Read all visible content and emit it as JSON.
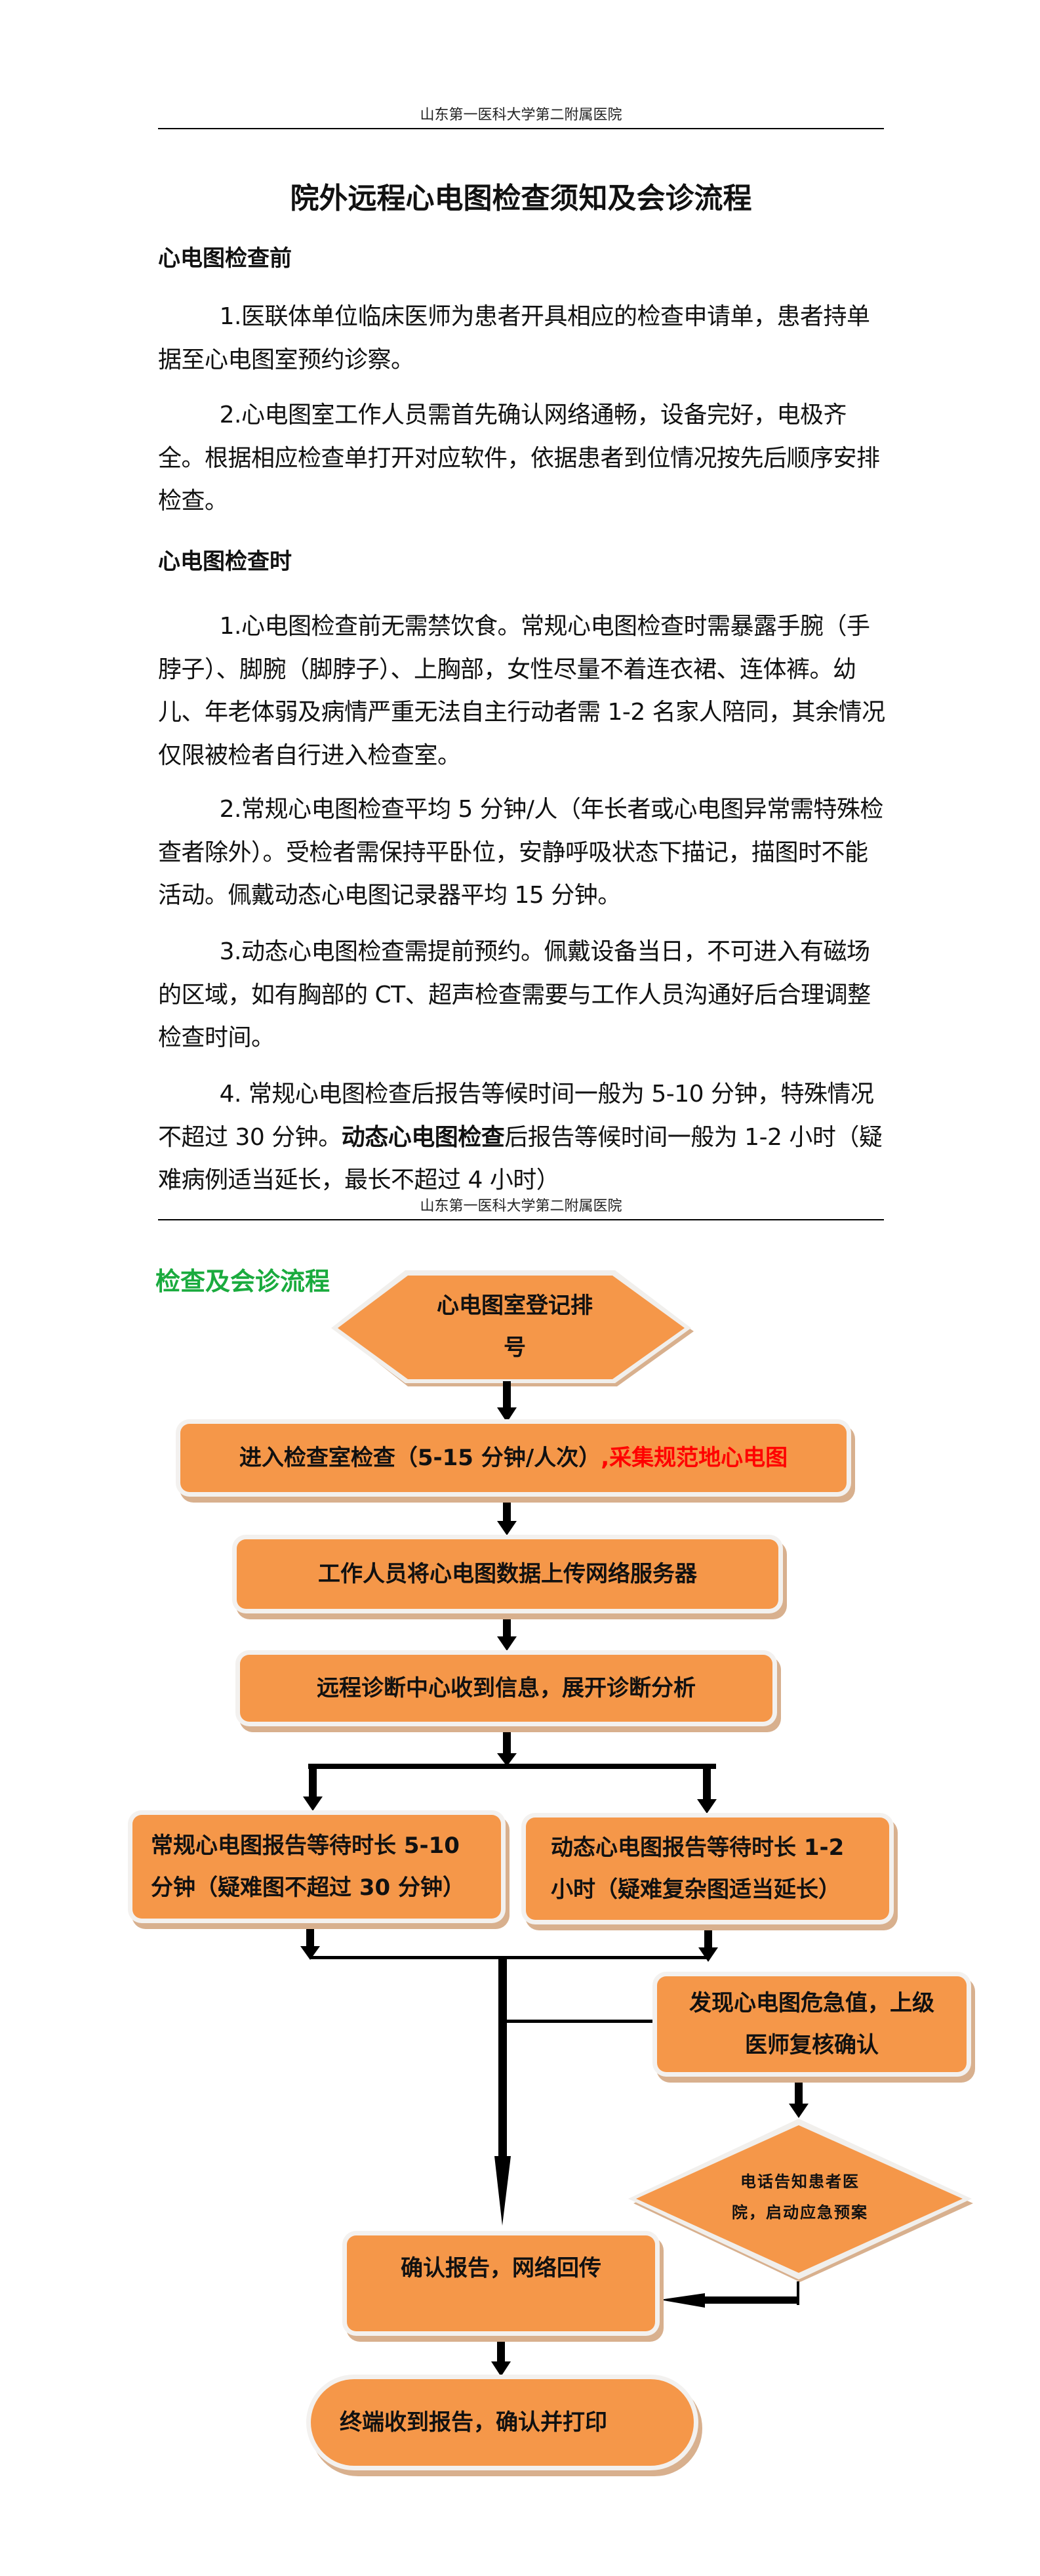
{
  "header": {
    "hospital": "山东第一医科大学第二附属医院"
  },
  "title": "院外远程心电图检查须知及会诊流程",
  "sections": [
    {
      "heading": "心电图检查前",
      "paragraphs": [
        "1.医联体单位临床医师为患者开具相应的检查申请单，患者持单据至心电图室预约诊察。",
        "2.心电图室工作人员需首先确认网络通畅，设备完好，电极齐全。根据相应检查单打开对应软件，依据患者到位情况按先后顺序安排检查。"
      ]
    },
    {
      "heading": "心电图检查时",
      "paragraphs": [
        "1.心电图检查前无需禁饮食。常规心电图检查时需暴露手腕（手脖子）、脚腕（脚脖子）、上胸部，女性尽量不着连衣裙、连体裤。幼儿、年老体弱及病情严重无法自主行动者需 1-2 名家人陪同，其余情况仅限被检者自行进入检查室。",
        "2.常规心电图检查平均 5 分钟/人（年长者或心电图异常需特殊检查者除外）。受检者需保持平卧位，安静呼吸状态下描记，描图时不能活动。佩戴动态心电图记录器平均 15 分钟。",
        "3.动态心电图检查需提前预约。佩戴设备当日，不可进入有磁场的区域，如有胸部的 CT、超声检查需要与工作人员沟通好后合理调整检查时间。"
      ],
      "p4": {
        "a": "4. 常规心电图检查后报告等候时间一般为 5-10 分钟，特殊情况不超过 30 分钟。",
        "bold": "动态心电图检查",
        "b": "后报告等候时间一般为 1-2 小时（疑难病例适当延长，最长不超过 4 小时）"
      }
    }
  ],
  "flow": {
    "heading": "检查及会诊流程",
    "register": [
      "心电图室登记排",
      "号"
    ],
    "exam": "进入检查室检查（5-15 分钟/人次）",
    "exam_highlight": ",采集规范地心电图",
    "upload": "工作人员将心电图数据上传网络服务器",
    "remote": "远程诊断中心收到信息，展开诊断分析",
    "routine": [
      "常规心电图报告等待时长 5-10",
      "分钟（疑难图不超过 30 分钟）"
    ],
    "holter": [
      "动态心电图报告等待时长 1-2",
      "小时（疑难复杂图适当延长）"
    ],
    "critical": [
      "发现心电图危急值，上级",
      "医师复核确认"
    ],
    "notify": [
      "电话告知患者医",
      "院，启动应急预案"
    ],
    "confirm": "确认报告，网络回传",
    "final": "终端收到报告，确认并打印"
  },
  "colors": {
    "box": "#f59749",
    "heading_green": "#1aab3e",
    "highlight_red": "#ff0000"
  }
}
